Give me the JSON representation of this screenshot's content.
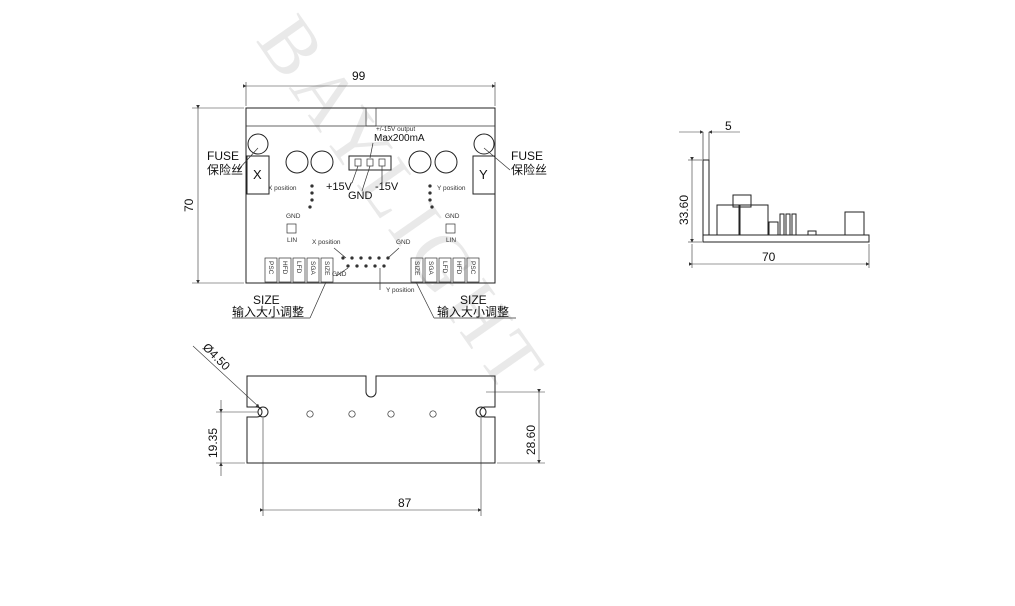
{
  "watermark": "BAYLIGHT",
  "top_view": {
    "width_dim": "99",
    "height_dim": "70",
    "output_note": "+/-15V output",
    "output_max": "Max200mA",
    "label_x": "X",
    "label_y": "Y",
    "fuse_left": "FUSE",
    "fuse_left_cn": "保险丝",
    "fuse_right": "FUSE",
    "fuse_right_cn": "保险丝",
    "plus15": "+15V",
    "minus15": "-15V",
    "gnd": "GND",
    "x_position_top": "X position",
    "y_position_top": "Y position",
    "x_position_mid": "X position",
    "y_position_bottom": "Y position",
    "gnd_small_left": "GND",
    "gnd_small_right": "GND",
    "lin_left": "LIN",
    "lin_right": "LIN",
    "gnd_mid_left": "GND",
    "gnd_mid_right": "GND",
    "pots_left": [
      "PSC",
      "HFD",
      "LFD",
      "SGA",
      "SIZE"
    ],
    "pots_right": [
      "SIZE",
      "SGA",
      "LFD",
      "HFD",
      "PSC"
    ],
    "size_left": "SIZE",
    "size_left_cn": "输入大小调整",
    "size_right": "SIZE",
    "size_right_cn": "输入大小调整"
  },
  "side_view": {
    "thickness_dim": "5",
    "height_dim": "33.60",
    "length_dim": "70"
  },
  "front_view": {
    "hole_dim": "Ø4.50",
    "hole_height_dim": "19.35",
    "plate_height_dim": "28.60",
    "hole_spacing_dim": "87"
  }
}
